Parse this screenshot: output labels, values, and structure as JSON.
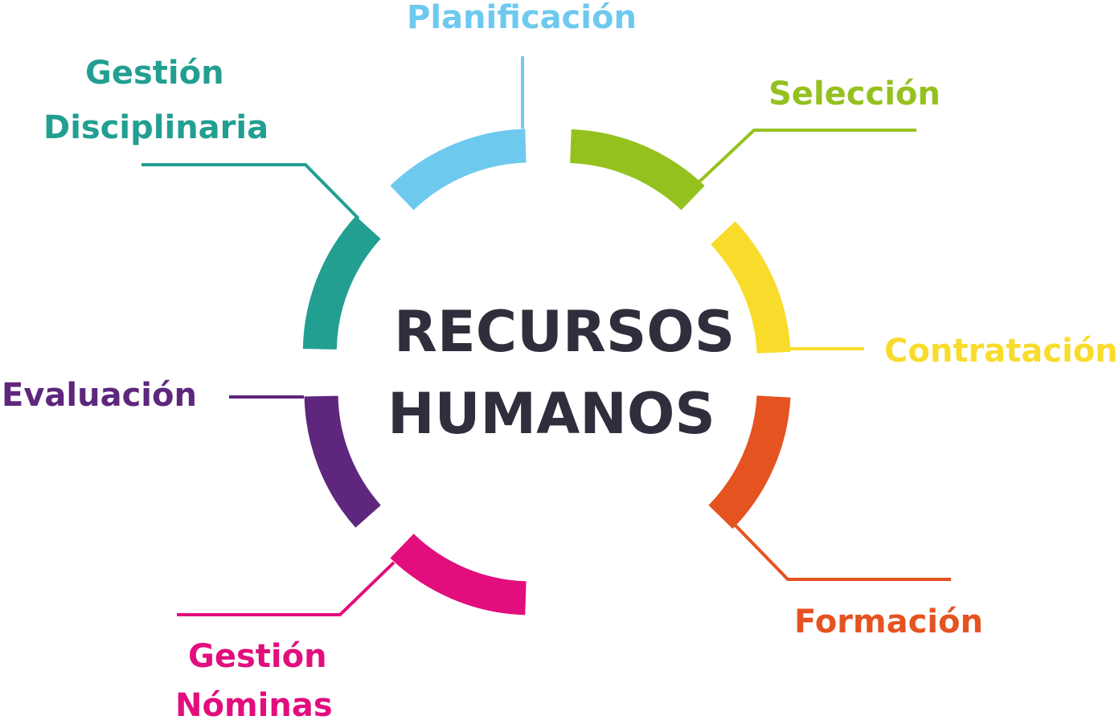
{
  "center": {
    "line1": "RECURSOS",
    "line2": "HUMANOS",
    "color": "#2e2e3c"
  },
  "segments": [
    {
      "id": "planificacion",
      "label": "Planificación",
      "color": "#6ec9ee"
    },
    {
      "id": "seleccion",
      "label": "Selección",
      "color": "#95c11f"
    },
    {
      "id": "contratacion",
      "label": "Contratación",
      "color": "#f9dc2b"
    },
    {
      "id": "formacion",
      "label": "Formación",
      "color": "#e55320"
    },
    {
      "id": "gestion-nominas",
      "label_line1": "Gestión",
      "label_line2": "Nóminas",
      "color": "#e20e7d"
    },
    {
      "id": "evaluacion",
      "label": "Evaluación",
      "color": "#5e267d"
    },
    {
      "id": "gestion-disciplinaria",
      "label_line1": "Gestión",
      "label_line2": "Disciplinaria",
      "color": "#229f91"
    }
  ]
}
